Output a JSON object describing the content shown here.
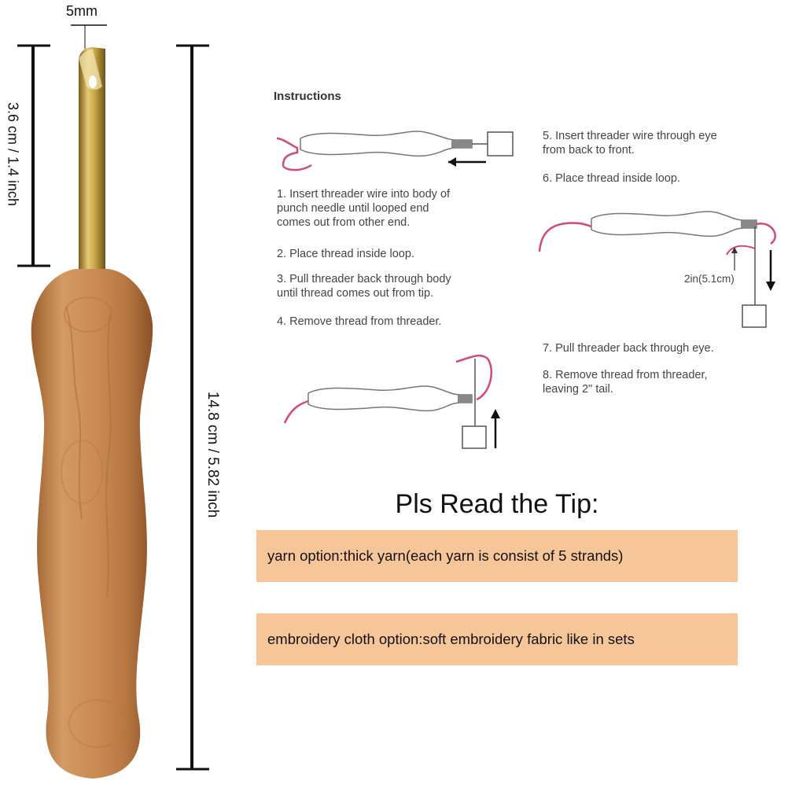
{
  "dimensions": {
    "tip_width": "5mm",
    "needle_length": "3.6 cm / 1.4 inch",
    "total_length": "14.8 cm / 5.82 inch"
  },
  "instructions": {
    "title": "Instructions",
    "steps": [
      "1. Insert threader wire into body of\npunch needle until looped end\ncomes out from other end.",
      "2. Place thread inside loop.",
      "3. Pull threader back through body\nuntil thread comes out from tip.",
      "4. Remove thread from threader.",
      "5. Insert threader wire through eye\nfrom back to front.",
      "6. Place thread inside loop.",
      "7. Pull threader back through eye.",
      "8. Remove thread from threader,\nleaving 2\" tail."
    ],
    "measure_label": "2in(5.1cm)"
  },
  "tips": {
    "title": "Pls Read the Tip:",
    "items": [
      "yarn option:thick yarn(each yarn is consist of 5 strands)",
      "embroidery cloth option:soft embroidery fabric like in sets"
    ]
  },
  "colors": {
    "tip_box": "#f6c699",
    "wood": "#c98a52",
    "brass": "#c9a647",
    "thread": "#d4487a"
  }
}
